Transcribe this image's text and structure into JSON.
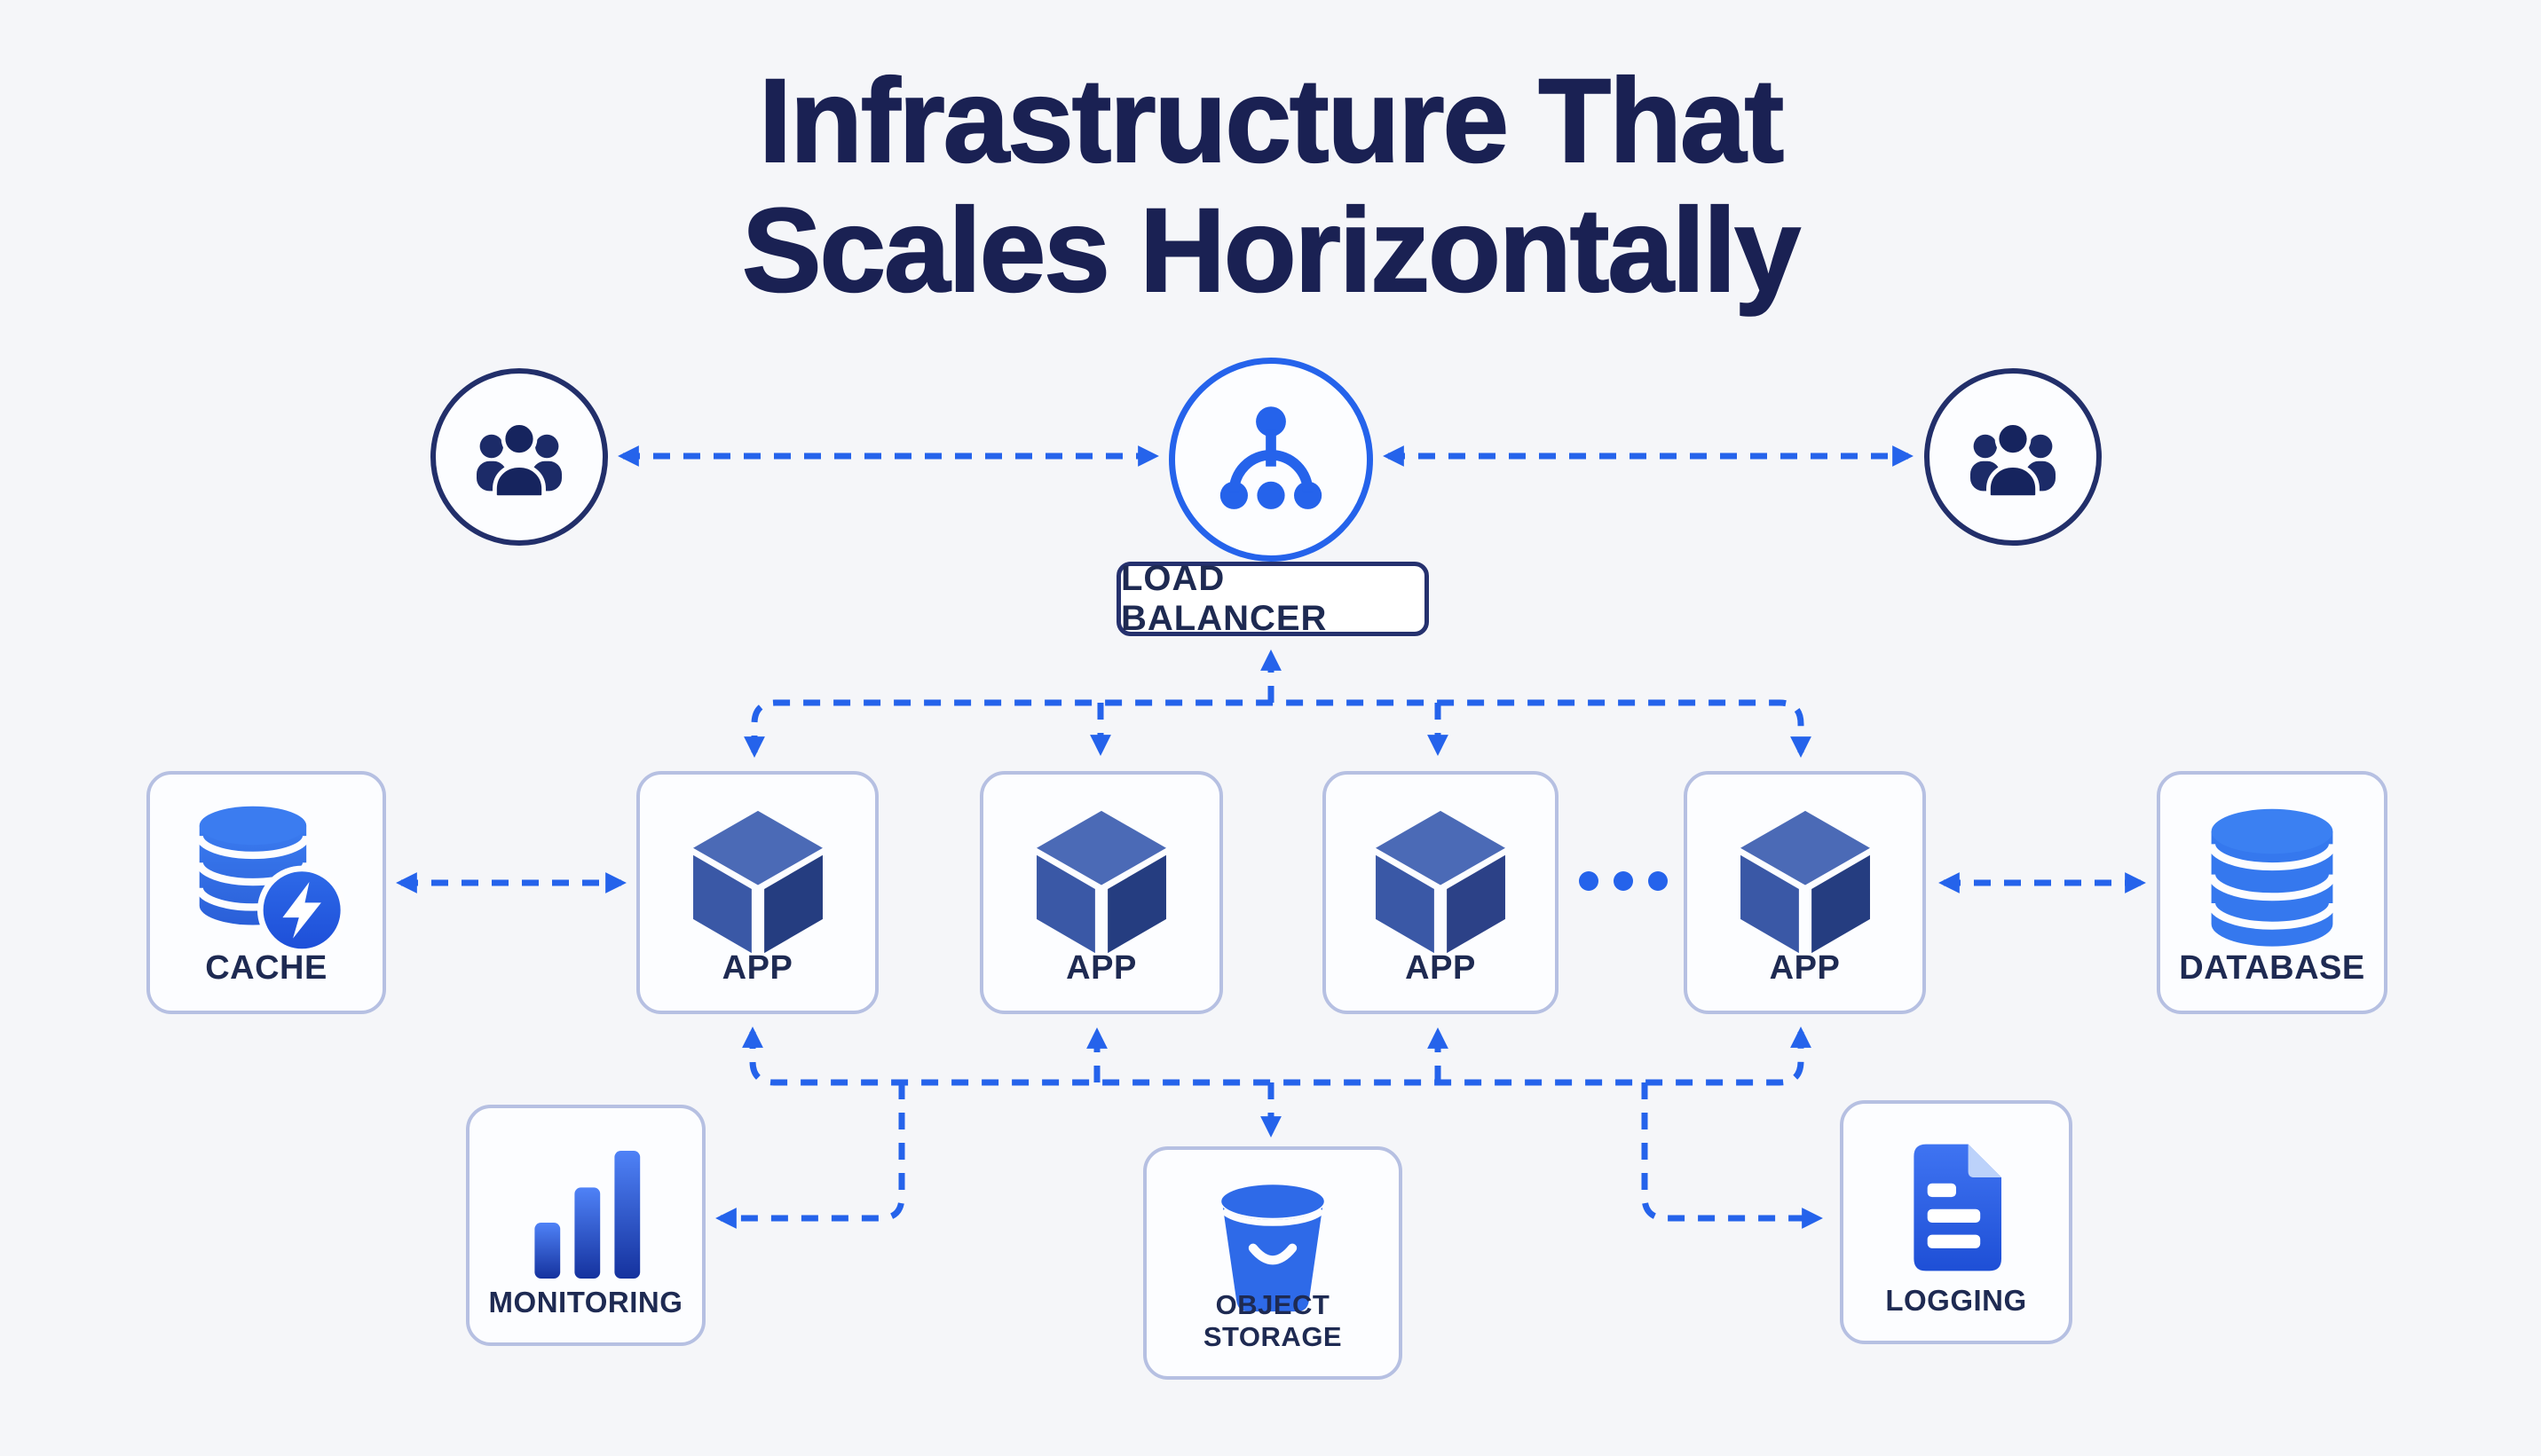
{
  "title": {
    "line1": "Infrastructure That",
    "line2": "Scales Horizontally"
  },
  "colors": {
    "arrow": "#2563eb",
    "navy": "#1c2a66",
    "label": "#1e2a52",
    "box_border": "#b6c0e2",
    "bright_blue": "#2e6ae8",
    "background": "#f5f6f9"
  },
  "nodes": {
    "users_left": {
      "icon": "users-group-icon"
    },
    "users_right": {
      "icon": "users-group-icon"
    },
    "load_balancer": {
      "label": "LOAD BALANCER",
      "icon": "load-balancer-icon"
    },
    "cache": {
      "label": "CACHE",
      "icon": "cache-database-lightning-icon"
    },
    "apps": [
      {
        "label": "APP",
        "icon": "cube-icon"
      },
      {
        "label": "APP",
        "icon": "cube-icon"
      },
      {
        "label": "APP",
        "icon": "cube-icon"
      },
      {
        "label": "APP",
        "icon": "cube-icon"
      }
    ],
    "ellipsis": "...",
    "database": {
      "label": "DATABASE",
      "icon": "database-cylinder-icon"
    },
    "monitoring": {
      "label": "MONITORING",
      "icon": "bar-chart-icon"
    },
    "object_storage": {
      "label": "OBJECT STORAGE",
      "icon": "bucket-icon"
    },
    "logging": {
      "label": "LOGGING",
      "icon": "document-icon"
    }
  }
}
